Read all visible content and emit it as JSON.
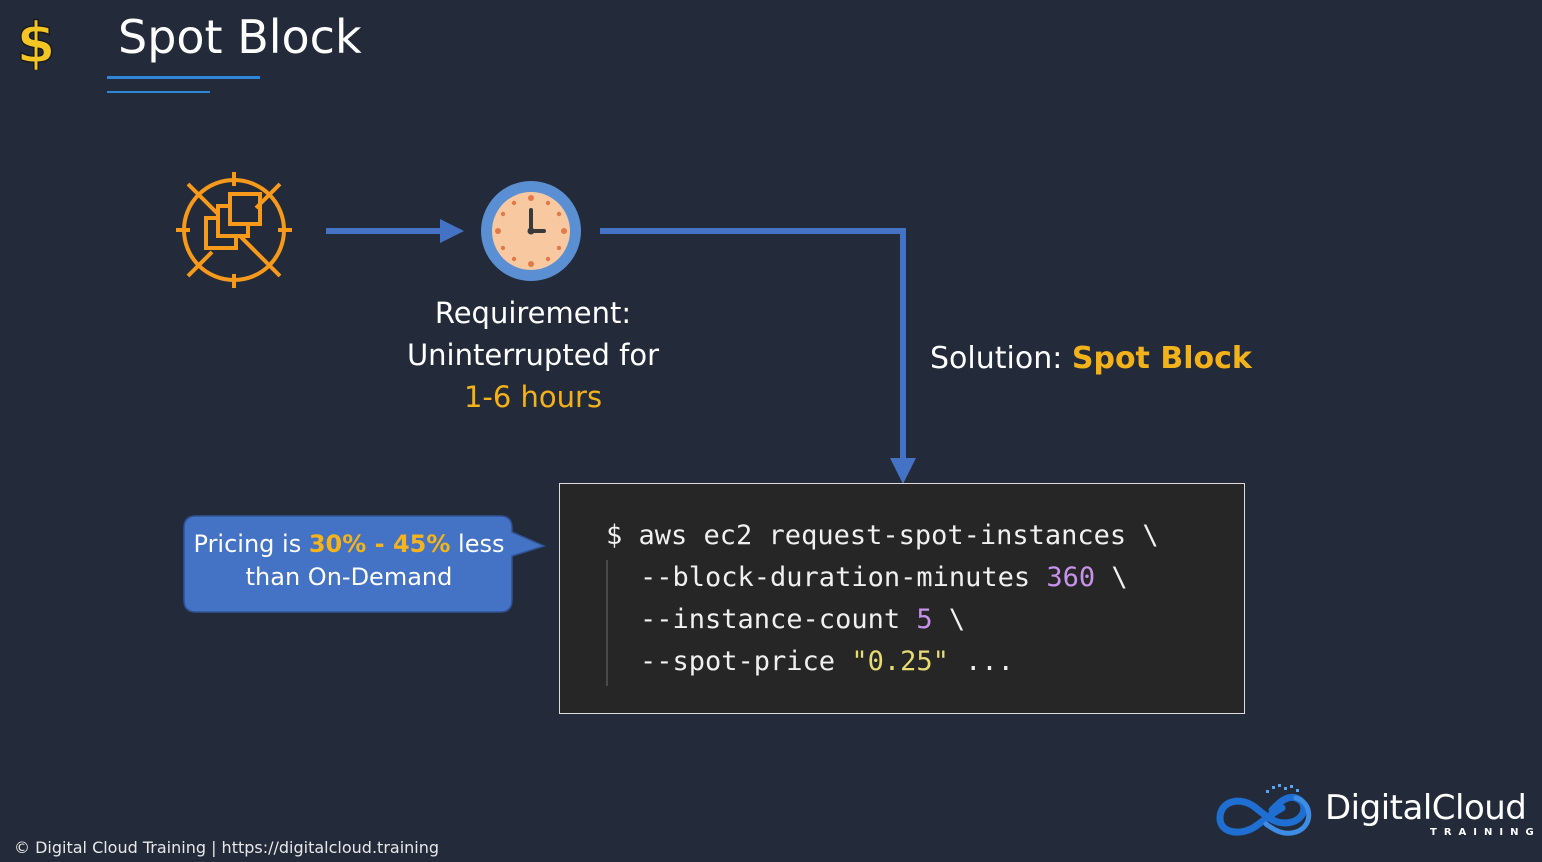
{
  "header": {
    "title": "Spot Block"
  },
  "requirement": {
    "line1": "Requirement:",
    "line2": "Uninterrupted for",
    "highlight": "1-6 hours"
  },
  "solution": {
    "label": "Solution: ",
    "highlight": "Spot Block"
  },
  "callout": {
    "prefix": "Pricing is ",
    "highlight": "30% - 45%",
    "suffix": " less",
    "line2": "than On-Demand"
  },
  "code": {
    "line1": "$ aws ec2 request-spot-instances \\",
    "line2_flag": "--block-duration-minutes ",
    "line2_value": "360",
    "line2_tail": " \\",
    "line3_flag": "--instance-count ",
    "line3_value": "5",
    "line3_tail": " \\",
    "line4_flag": "--spot-price ",
    "line4_value": "\"0.25\"",
    "line4_tail": " ..."
  },
  "footer": {
    "text": "© Digital Cloud Training  | https://digitalcloud.training"
  },
  "logo": {
    "name": "DigitalCloud",
    "sub": "TRAINING"
  },
  "colors": {
    "background": "#232b3a",
    "accent_orange": "#f3b21a",
    "arrow_blue": "#4472c4",
    "callout_blue": "#4472c4",
    "code_bg": "#262626",
    "icon_orange": "#f79a1c"
  },
  "icons": [
    "dollar-icon",
    "spot-instance-icon",
    "clock-icon",
    "digitalcloud-logo-icon"
  ]
}
